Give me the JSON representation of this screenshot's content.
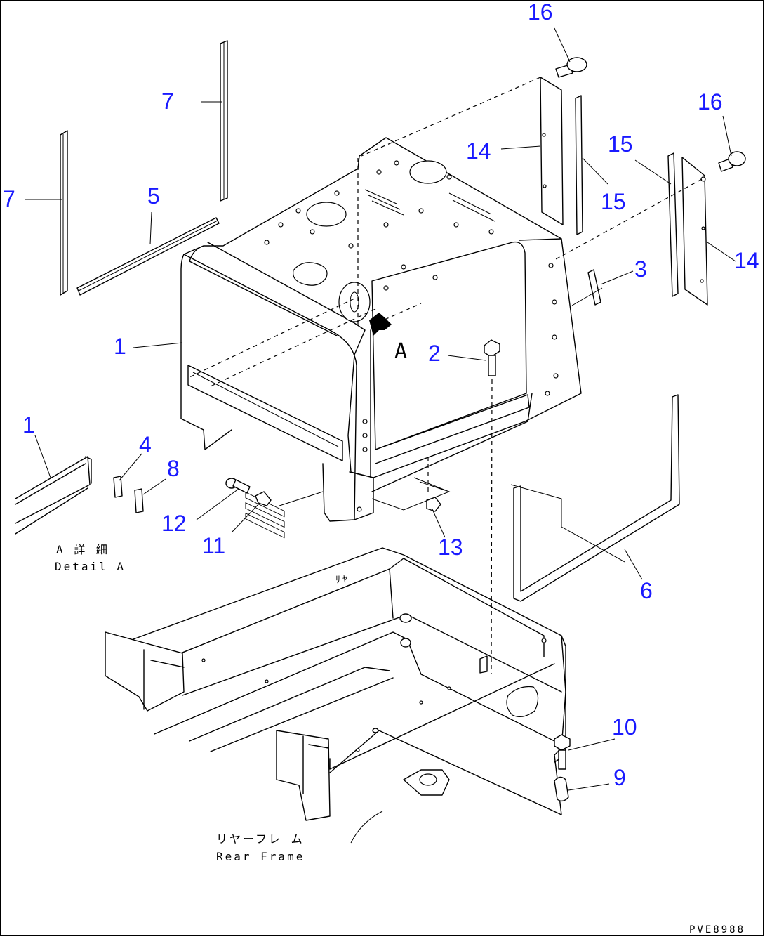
{
  "diagram": {
    "callouts": [
      "16",
      "7",
      "16",
      "14",
      "15",
      "7",
      "5",
      "15",
      "14",
      "3",
      "1",
      "2",
      "1",
      "4",
      "8",
      "12",
      "11",
      "13",
      "6",
      "10",
      "9"
    ],
    "view_marker": "A",
    "detail_caption_jp": "A 詳 細",
    "detail_caption_en": "Detail A",
    "rear_frame_jp": "リヤーフレ ム",
    "rear_frame_en": "Rear Frame",
    "frame_mark": "ﾘﾔ",
    "drawing_code": "PVE8988"
  }
}
